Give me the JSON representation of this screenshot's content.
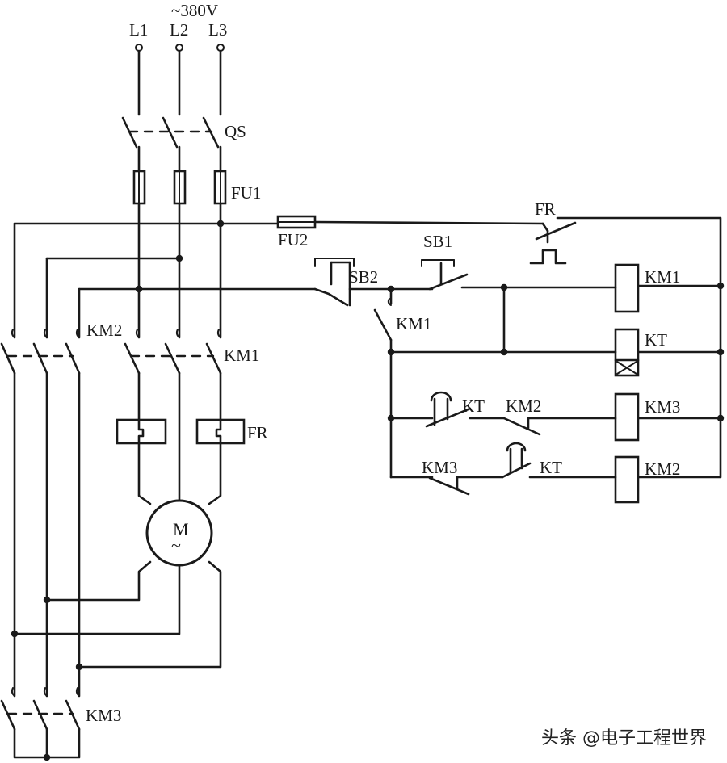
{
  "supply": {
    "voltage": "~380V",
    "phases": [
      "L1",
      "L2",
      "L3"
    ]
  },
  "labels": {
    "qs": "QS",
    "fu1": "FU1",
    "fu2": "FU2",
    "fr_power": "FR",
    "fr_control": "FR",
    "km1_main": "KM1",
    "km2_main": "KM2",
    "km3_main": "KM3",
    "sb1": "SB1",
    "sb2": "SB2",
    "km1_aux": "KM1",
    "coil_km1": "KM1",
    "coil_kt": "KT",
    "coil_km3": "KM3",
    "coil_km2": "KM2",
    "kt_contact_1": "KT",
    "km2_contact": "KM2",
    "km3_contact": "KM3",
    "kt_contact_2": "KT"
  },
  "motor": {
    "letter": "M",
    "symbol": "~"
  },
  "watermark": "头条 @电子工程世界"
}
